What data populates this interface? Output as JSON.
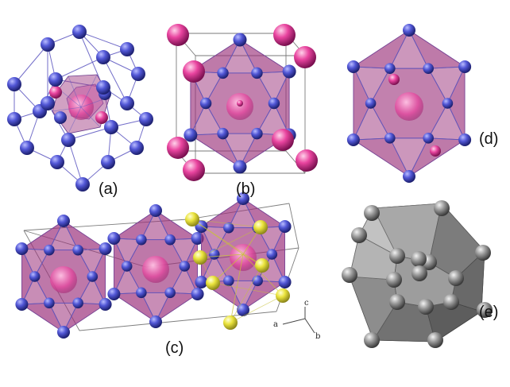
{
  "figure": {
    "panels": [
      {
        "id": "a",
        "label": "(a)"
      },
      {
        "id": "b",
        "label": "(b)"
      },
      {
        "id": "c",
        "label": "(c)"
      },
      {
        "id": "d",
        "label": "(d)"
      },
      {
        "id": "e",
        "label": "(e)"
      }
    ],
    "axes": {
      "a": "a",
      "b": "b",
      "c": "c"
    },
    "colors": {
      "blue_atom": "#4b4fc8",
      "pink_atom": "#e0409a",
      "yellow_atom": "#e6e23a",
      "polyhedron_fill": "#9a2f7a",
      "bond": "#5a55c0",
      "gray_atom": "#8a8a8a",
      "gray_polyhedron": "#7d7d7d"
    }
  }
}
